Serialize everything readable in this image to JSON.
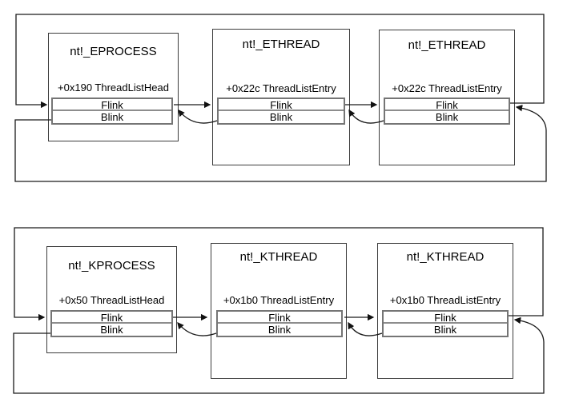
{
  "colors": {
    "line": "#1a1a1a",
    "box_border": "#3c3c3c",
    "row_border": "#757575"
  },
  "diagrams": [
    {
      "id": "ethread-list",
      "process": {
        "title": "nt!_EPROCESS",
        "field": "+0x190 ThreadListHead",
        "flink_label": "Flink",
        "blink_label": "Blink"
      },
      "threads": [
        {
          "title": "nt!_ETHREAD",
          "field": "+0x22c ThreadListEntry",
          "flink_label": "Flink",
          "blink_label": "Blink"
        },
        {
          "title": "nt!_ETHREAD",
          "field": "+0x22c ThreadListEntry",
          "flink_label": "Flink",
          "blink_label": "Blink"
        }
      ]
    },
    {
      "id": "kthread-list",
      "process": {
        "title": "nt!_KPROCESS",
        "field": "+0x50 ThreadListHead",
        "flink_label": "Flink",
        "blink_label": "Blink"
      },
      "threads": [
        {
          "title": "nt!_KTHREAD",
          "field": "+0x1b0 ThreadListEntry",
          "flink_label": "Flink",
          "blink_label": "Blink"
        },
        {
          "title": "nt!_KTHREAD",
          "field": "+0x1b0 ThreadListEntry",
          "flink_label": "Flink",
          "blink_label": "Blink"
        }
      ]
    }
  ]
}
